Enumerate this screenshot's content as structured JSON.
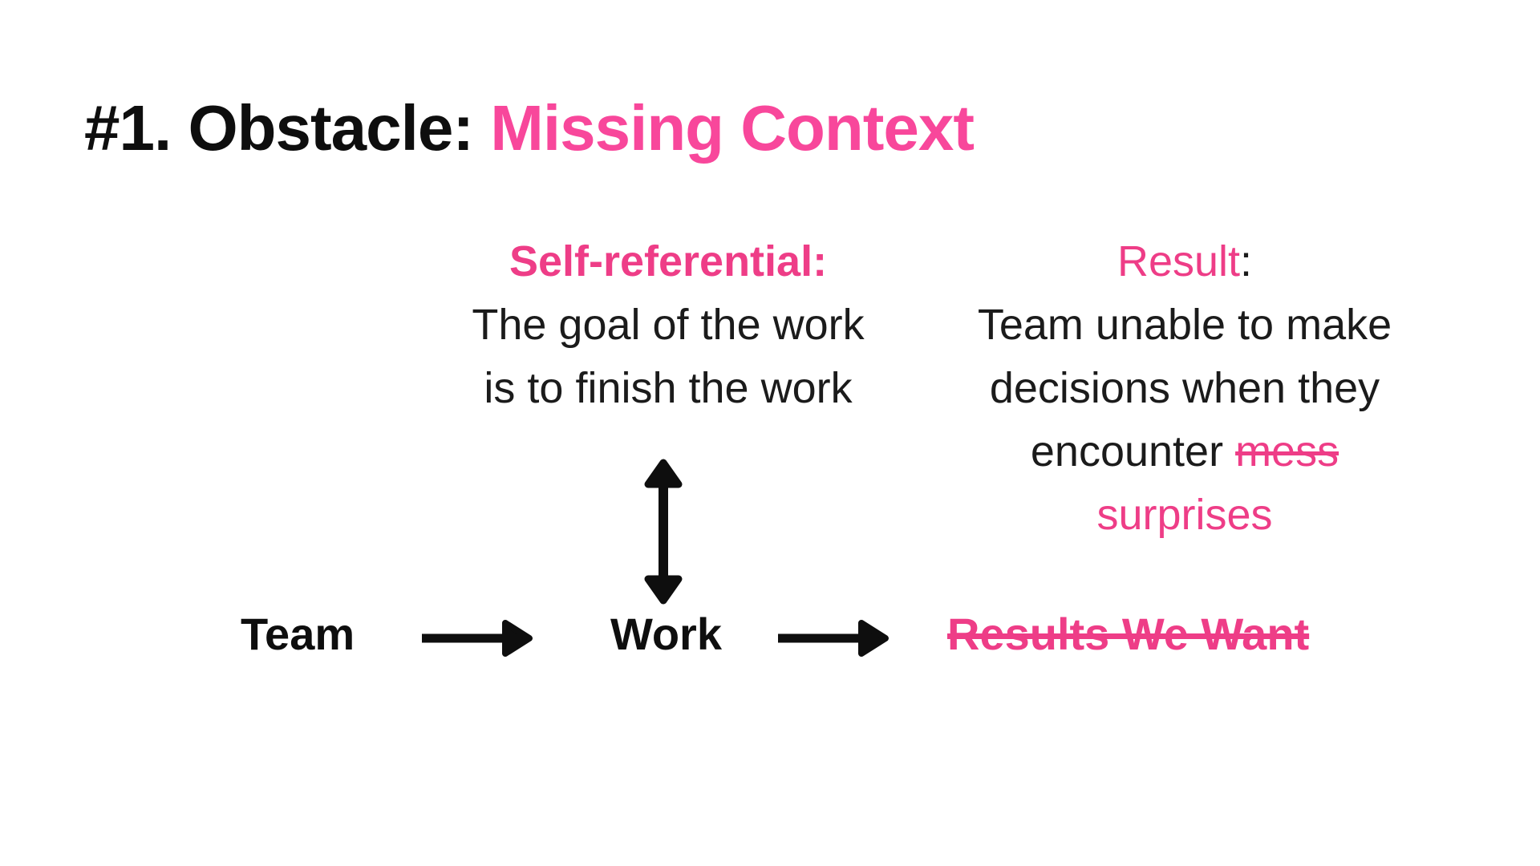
{
  "colors": {
    "ink": "#0e0e0e",
    "body_ink": "#1b1b1b",
    "title_pink": "#f8479b",
    "accent_pink": "#ee3d87"
  },
  "title": {
    "prefix": "#1. Obstacle: ",
    "highlight": "Missing Context"
  },
  "self_referential_note": {
    "heading": "Self-referential:",
    "lines": [
      "The goal of the work",
      "is to finish the work"
    ]
  },
  "result_note": {
    "heading": "Result",
    "heading_colon": ":",
    "line1": "Team unable to make",
    "line2": "decisions when they",
    "line3_prefix": "encounter ",
    "line3_struck": "mess",
    "line4": "surprises"
  },
  "diagram": {
    "node_team": "Team",
    "node_work": "Work",
    "node_results": "Results We Want",
    "icons": {
      "team_to_work": "right-arrow",
      "work_to_results": "right-arrow",
      "work_to_note": "double-vertical-arrow"
    }
  }
}
